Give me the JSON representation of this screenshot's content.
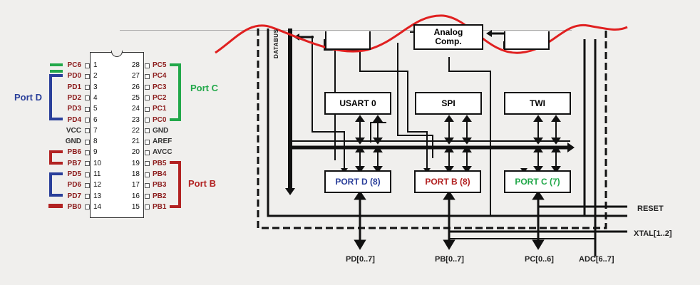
{
  "pinout": {
    "left_pins": [
      {
        "num": "1",
        "name": "PC6",
        "color": "#8b1a1a"
      },
      {
        "num": "2",
        "name": "PD0",
        "color": "#8b1a1a"
      },
      {
        "num": "3",
        "name": "PD1",
        "color": "#8b1a1a"
      },
      {
        "num": "4",
        "name": "PD2",
        "color": "#8b1a1a"
      },
      {
        "num": "5",
        "name": "PD3",
        "color": "#8b1a1a"
      },
      {
        "num": "6",
        "name": "PD4",
        "color": "#8b1a1a"
      },
      {
        "num": "7",
        "name": "VCC",
        "color": "#333333"
      },
      {
        "num": "8",
        "name": "GND",
        "color": "#333333"
      },
      {
        "num": "9",
        "name": "PB6",
        "color": "#8b1a1a"
      },
      {
        "num": "10",
        "name": "PB7",
        "color": "#8b1a1a"
      },
      {
        "num": "11",
        "name": "PD5",
        "color": "#8b1a1a"
      },
      {
        "num": "12",
        "name": "PD6",
        "color": "#8b1a1a"
      },
      {
        "num": "13",
        "name": "PD7",
        "color": "#8b1a1a"
      },
      {
        "num": "14",
        "name": "PB0",
        "color": "#8b1a1a"
      }
    ],
    "right_pins": [
      {
        "num": "28",
        "name": "PC5",
        "color": "#8b1a1a"
      },
      {
        "num": "27",
        "name": "PC4",
        "color": "#8b1a1a"
      },
      {
        "num": "26",
        "name": "PC3",
        "color": "#8b1a1a"
      },
      {
        "num": "25",
        "name": "PC2",
        "color": "#8b1a1a"
      },
      {
        "num": "24",
        "name": "PC1",
        "color": "#8b1a1a"
      },
      {
        "num": "23",
        "name": "PC0",
        "color": "#8b1a1a"
      },
      {
        "num": "22",
        "name": "GND",
        "color": "#333333"
      },
      {
        "num": "21",
        "name": "AREF",
        "color": "#333333"
      },
      {
        "num": "20",
        "name": "AVCC",
        "color": "#333333"
      },
      {
        "num": "19",
        "name": "PB5",
        "color": "#8b1a1a"
      },
      {
        "num": "18",
        "name": "PB4",
        "color": "#8b1a1a"
      },
      {
        "num": "17",
        "name": "PB3",
        "color": "#8b1a1a"
      },
      {
        "num": "16",
        "name": "PB2",
        "color": "#8b1a1a"
      },
      {
        "num": "15",
        "name": "PB1",
        "color": "#8b1a1a"
      }
    ],
    "port_labels": {
      "port_d": "Port D",
      "port_c": "Port C",
      "port_b": "Port B"
    },
    "colors": {
      "port_d": "#2a3f9a",
      "port_c": "#22a84a",
      "port_b": "#b22222"
    }
  },
  "block_diagram": {
    "databus": "DATABUS",
    "analog_comp": "Analog\nComp.",
    "usart": "USART 0",
    "spi": "SPI",
    "twi": "TWI",
    "port_d": "PORT D (8)",
    "port_b": "PORT B (8)",
    "port_c": "PORT C (7)",
    "reset": "RESET",
    "xtal": "XTAL[1..2]",
    "pd": "PD[0..7]",
    "pb": "PB[0..7]",
    "pc": "PC[0..6]",
    "adc": "ADC[6..7]",
    "colors": {
      "port_d": "#2a3f9a",
      "port_b": "#b22222",
      "port_c": "#22a84a",
      "wave": "#e02020"
    }
  }
}
